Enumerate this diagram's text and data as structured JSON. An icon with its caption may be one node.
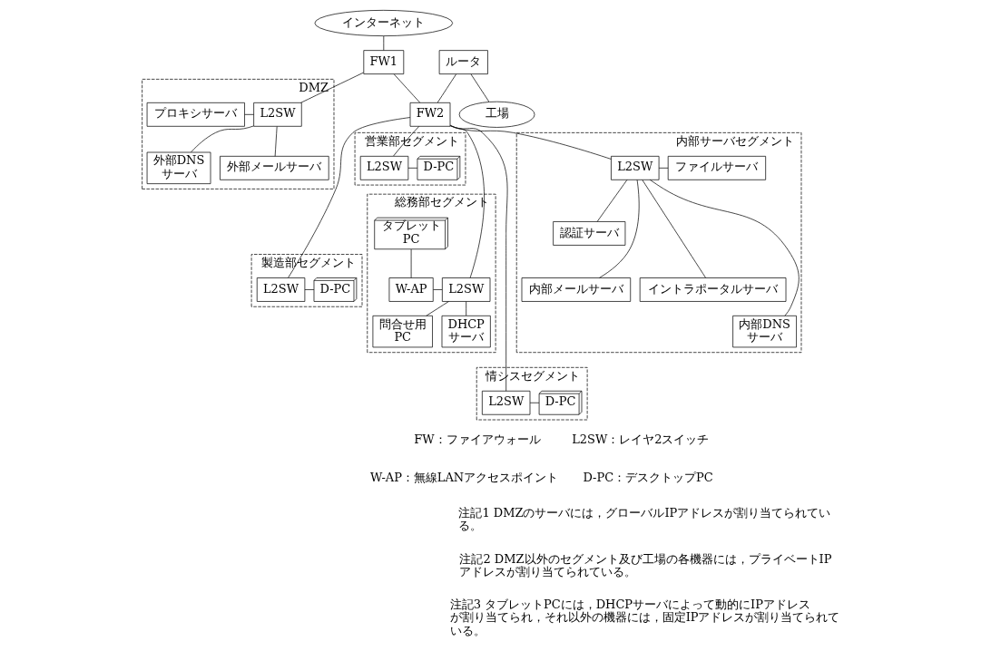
{
  "diagram": {
    "nodes": [
      {
        "text": [
          "インターネット"
        ]
      },
      {
        "text": [
          "FW1"
        ]
      },
      {
        "text": [
          "ルータ"
        ]
      },
      {
        "text": [
          "工場"
        ]
      },
      {
        "text": [
          "DMZ"
        ]
      },
      {
        "text": [
          "プロキシサーバ"
        ],
        "in": 4
      },
      {
        "text": [
          "L2SW"
        ],
        "in": 4
      },
      {
        "text": [
          "外部DNS サーバ"
        ],
        "in": 4
      },
      {
        "text": [
          "外部メールサーバ"
        ],
        "in": 4
      },
      {
        "text": [
          "FW2"
        ]
      },
      {
        "text": [
          "総務部セグメント"
        ]
      },
      {
        "text": [
          "タブレット PC"
        ],
        "in": 10
      },
      {
        "text": [
          "W-AP"
        ],
        "in": 10
      },
      {
        "text": [
          "L2SW"
        ],
        "in": 10
      },
      {
        "text": [
          "問合せ用 PC"
        ],
        "in": 10
      },
      {
        "text": [
          "DHCP サーバ"
        ],
        "in": 10
      },
      {
        "text": [
          "内部サーバセグメント"
        ]
      },
      {
        "text": [
          "L2SW"
        ],
        "in": 16
      },
      {
        "text": [
          "ファイルサーバ"
        ],
        "in": 16
      },
      {
        "text": [
          "認証サーバ"
        ],
        "in": 16
      },
      {
        "text": [
          "内部メールサーバ"
        ],
        "in": 16
      },
      {
        "text": [
          "イントラポータルサーバ"
        ],
        "in": 16
      },
      {
        "text": [
          "内部DNS サーバ"
        ],
        "in": 16
      },
      {
        "text": [
          "営業部セグメント"
        ]
      },
      {
        "text": [
          "L2SW"
        ],
        "in": 23
      },
      {
        "text": [
          "D-PC"
        ],
        "in": 23
      },
      {
        "text": [
          "製造部セグメント"
        ]
      },
      {
        "text": [
          "L2SW"
        ],
        "in": 26
      },
      {
        "text": [
          "D-PC"
        ],
        "in": 26
      },
      {
        "text": [
          "情シスセグメント"
        ]
      },
      {
        "text": [
          "L2SW"
        ],
        "in": 29
      },
      {
        "text": [
          "D-PC"
        ],
        "in": 29
      }
    ],
    "edges": [
      {
        "from": 0,
        "to": 1,
        "arrow": "none"
      },
      {
        "from": 2,
        "to": 3,
        "arrow": "none"
      },
      {
        "from": 1,
        "to": 6,
        "arrow": "none"
      },
      {
        "from": 1,
        "to": 9,
        "arrow": "none"
      },
      {
        "from": 2,
        "to": 9,
        "arrow": "none"
      },
      {
        "from": 5,
        "to": 6,
        "arrow": "none"
      },
      {
        "from": 6,
        "to": 7,
        "arrow": "none"
      },
      {
        "from": 6,
        "to": 8,
        "arrow": "none"
      },
      {
        "from": 9,
        "to": 13,
        "arrow": "none"
      },
      {
        "from": 9,
        "to": 17,
        "arrow": "none"
      },
      {
        "from": 9,
        "to": 24,
        "arrow": "none"
      },
      {
        "from": 9,
        "to": 27,
        "arrow": "none"
      },
      {
        "from": 9,
        "to": 30,
        "arrow": "none"
      },
      {
        "from": 11,
        "to": 12,
        "arrow": "none"
      },
      {
        "from": 12,
        "to": 13,
        "arrow": "none"
      },
      {
        "from": 13,
        "to": 14,
        "arrow": "none"
      },
      {
        "from": 13,
        "to": 15,
        "arrow": "none"
      },
      {
        "from": 17,
        "to": 18,
        "arrow": "none"
      },
      {
        "from": 17,
        "to": 19,
        "arrow": "none"
      },
      {
        "from": 17,
        "to": 20,
        "arrow": "none"
      },
      {
        "from": 17,
        "to": 21,
        "arrow": "none"
      },
      {
        "from": 17,
        "to": 22,
        "arrow": "none"
      },
      {
        "from": 24,
        "to": 25,
        "arrow": "none"
      },
      {
        "from": 27,
        "to": 28,
        "arrow": "none"
      },
      {
        "from": 30,
        "to": 31,
        "arrow": "none"
      }
    ],
    "labels": [
      "FW：ファイアウォール",
      "L2SW：レイヤ2スイッチ",
      "W-AP：無線LANアクセスポイント",
      "D-PC：デスクトップPC",
      "注記1 DMZのサーバには，グローバルIPアドレスが割り当てられている。",
      "注記2 DMZ以外のセグメント及び工場の各機器には，プライベートIPアドレスが割り当てられている。",
      "注記3 タブレットPCには，DHCPサーバによって動的にIPアドレスが割り当てられ，それ以外の機器には，固定IPアドレスが割り当てられている。"
    ]
  }
}
